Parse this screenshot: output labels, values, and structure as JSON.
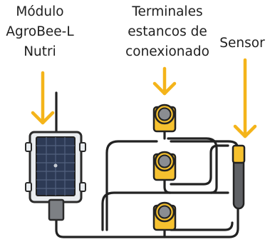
{
  "labels": {
    "module": [
      "Módulo",
      "AgroBee-L",
      "Nutri"
    ],
    "terminals": [
      "Terminales",
      "estancos de",
      "conexionado"
    ],
    "sensor": "Sensor"
  },
  "colors": {
    "arrow": "#f4b41a",
    "cable": "#222222",
    "terminal_body": "#f6c12f",
    "terminal_cap": "#8a8d92",
    "module_panel": "#2d3a55",
    "module_frame": "#e9ecef",
    "sensor_rod": "#5f6165",
    "background": "#ffffff"
  },
  "icons": {
    "module": "solar-module-icon",
    "terminal": "waterproof-connector-icon",
    "sensor": "probe-sensor-icon",
    "arrow": "arrow-down-icon"
  }
}
